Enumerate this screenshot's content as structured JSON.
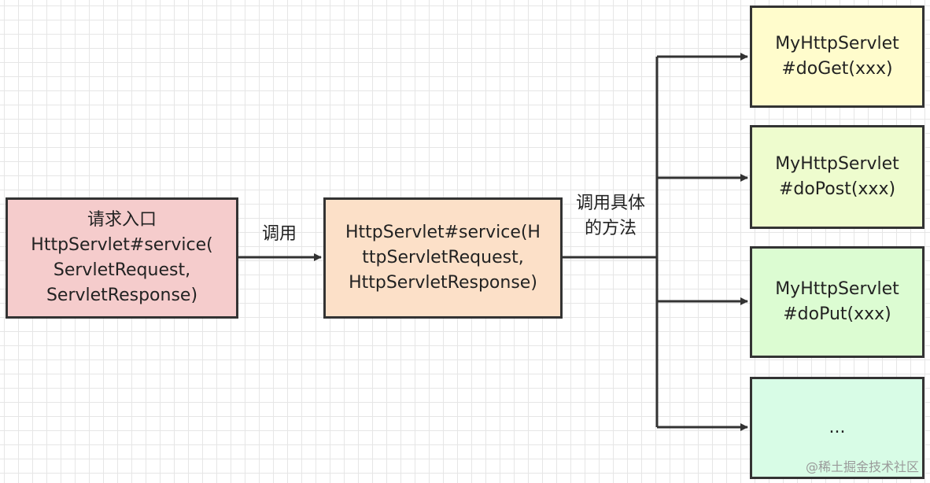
{
  "nodes": {
    "entry": {
      "lines": [
        "请求入口",
        "HttpServlet#service(",
        "ServletRequest,",
        "ServletResponse)"
      ],
      "fill": "#f5cccc"
    },
    "service": {
      "lines": [
        "HttpServlet#service(H",
        "ttpServletRequest,",
        "HttpServletResponse)"
      ],
      "fill": "#fce0c8"
    },
    "do_get": {
      "lines": [
        "MyHttpServlet",
        "#doGet(xxx)"
      ],
      "fill": "#fffccc"
    },
    "do_post": {
      "lines": [
        "MyHttpServlet",
        "#doPost(xxx)"
      ],
      "fill": "#eefcce"
    },
    "do_put": {
      "lines": [
        "MyHttpServlet",
        "#doPut(xxx)"
      ],
      "fill": "#dcfcd2"
    },
    "more": {
      "lines": [
        "..."
      ],
      "fill": "#d8fce6"
    }
  },
  "edges": {
    "call_label": "调用",
    "dispatch_label": [
      "调用具体",
      "的方法"
    ]
  },
  "watermark": "@稀土掘金技术社区",
  "colors": {
    "stroke": "#333333",
    "grid": "#e6e6e6"
  }
}
